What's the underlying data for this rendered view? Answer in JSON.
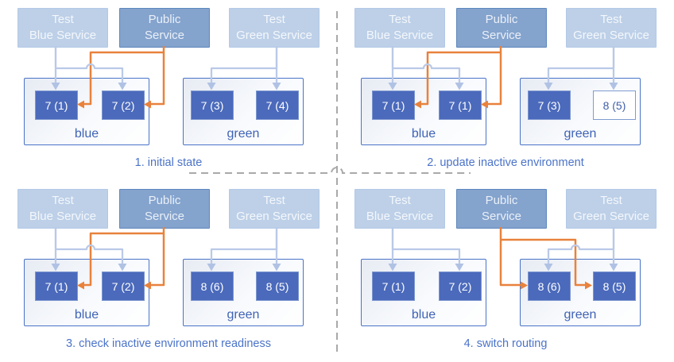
{
  "palette": {
    "orange": "#e8823c",
    "wire": "#bac9e7",
    "wirehead": "#b0c2e4",
    "podfill": "#4b6abc",
    "podtext": "#ffffff",
    "outlinepodtext": "#3f5fa8",
    "svclight": "#bdd0e8",
    "svclighttext": "#f4f7fb",
    "publicfill": "#84a3cd",
    "publictext": "#eaf0f8",
    "envborder": "#4a74c8",
    "envlabel": "#3f63b5",
    "caption": "#4b73c9",
    "divider": "#a9a9a9"
  },
  "quadrants": [
    {
      "caption": "1. initial state",
      "routing": "blue",
      "services": [
        {
          "line1": "Test",
          "line2": "Blue Service"
        },
        {
          "line1": "Public",
          "line2": "Service"
        },
        {
          "line1": "Test",
          "line2": "Green Service"
        }
      ],
      "environments": [
        {
          "name": "blue",
          "pods": [
            {
              "label": "7 (1)"
            },
            {
              "label": "7 (2)"
            }
          ]
        },
        {
          "name": "green",
          "pods": [
            {
              "label": "7 (3)"
            },
            {
              "label": "7 (4)"
            }
          ]
        }
      ]
    },
    {
      "caption": "2. update inactive environment",
      "routing": "blue",
      "services": [
        {
          "line1": "Test",
          "line2": "Blue Service"
        },
        {
          "line1": "Public",
          "line2": "Service"
        },
        {
          "line1": "Test",
          "line2": "Green Service"
        }
      ],
      "environments": [
        {
          "name": "blue",
          "pods": [
            {
              "label": "7 (1)"
            },
            {
              "label": "7 (1)"
            }
          ]
        },
        {
          "name": "green",
          "pods": [
            {
              "label": "7 (3)"
            },
            {
              "label": "8 (5)",
              "state": "creating"
            }
          ]
        }
      ]
    },
    {
      "caption": "3. check inactive environment readiness",
      "routing": "blue",
      "services": [
        {
          "line1": "Test",
          "line2": "Blue Service"
        },
        {
          "line1": "Public",
          "line2": "Service"
        },
        {
          "line1": "Test",
          "line2": "Green Service"
        }
      ],
      "environments": [
        {
          "name": "blue",
          "pods": [
            {
              "label": "7 (1)"
            },
            {
              "label": "7 (2)"
            }
          ]
        },
        {
          "name": "green",
          "pods": [
            {
              "label": "8 (6)"
            },
            {
              "label": "8 (5)"
            }
          ]
        }
      ]
    },
    {
      "caption": "4. switch routing",
      "routing": "green",
      "services": [
        {
          "line1": "Test",
          "line2": "Blue Service"
        },
        {
          "line1": "Public",
          "line2": "Service"
        },
        {
          "line1": "Test",
          "line2": "Green Service"
        }
      ],
      "environments": [
        {
          "name": "blue",
          "pods": [
            {
              "label": "7 (1)"
            },
            {
              "label": "7 (2)"
            }
          ]
        },
        {
          "name": "green",
          "pods": [
            {
              "label": "8 (6)"
            },
            {
              "label": "8 (5)"
            }
          ]
        }
      ]
    }
  ]
}
